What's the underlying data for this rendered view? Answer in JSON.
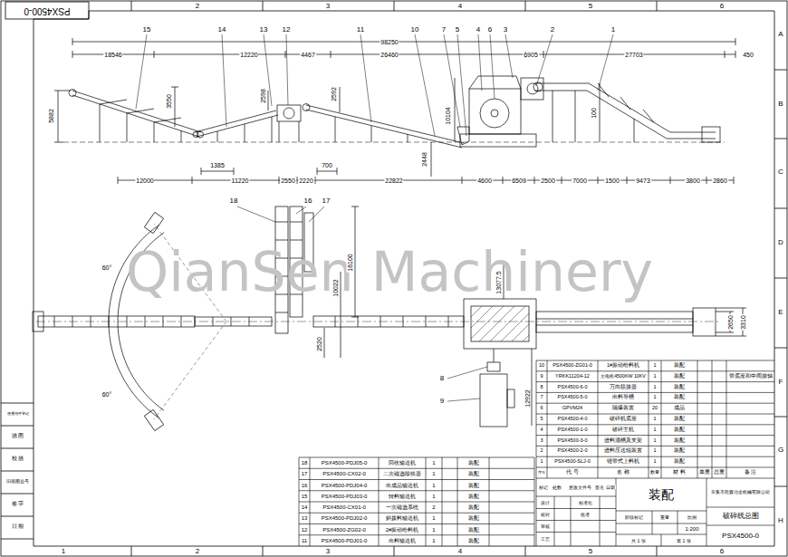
{
  "diagram": {
    "labels": [
      "PSX4500-0",
      "2",
      "3",
      "4",
      "5",
      "6",
      "1",
      "2",
      "3",
      "4",
      "5",
      "6",
      "A",
      "B",
      "C",
      "D",
      "E",
      "F",
      "G",
      "H",
      "15",
      "14",
      "13",
      "12",
      "11",
      "10",
      "7",
      "5",
      "4",
      "6",
      "3",
      "2",
      "1",
      "98250",
      "18546",
      "12220",
      "4467",
      "26460",
      "6905",
      "27703",
      "450",
      "3550",
      "5882",
      "2598",
      "2592",
      "10104",
      "100",
      "2448",
      "1385",
      "700",
      "12000",
      "11220",
      "2550",
      "2220",
      "22822",
      "4600",
      "6509",
      "2500",
      "7000",
      "1500",
      "9473",
      "3800",
      "2860",
      "18",
      "16",
      "17",
      "8",
      "9",
      "60°",
      "60°",
      "16100",
      "10022",
      "2520",
      "13077.5",
      "12922",
      "2650",
      "3310",
      "QianSen Machinery",
      "借通用件登记",
      "描 图",
      "校 描",
      "旧底图总号",
      "签 字",
      "日 期",
      "18",
      "PSX4500-PDJ05-0",
      "回收输送机",
      "1",
      "装配",
      "17",
      "PSX4500-CX02-0",
      "二次磁选除铁器",
      "1",
      "装配",
      "16",
      "PSX4500-PDJ04-0",
      "出成品输送机",
      "1",
      "装配",
      "15",
      "PSX4500-PDJ03-0",
      "转料输送机",
      "1",
      "装配",
      "14",
      "PSX4500-CX01-0",
      "一次磁选系统",
      "2",
      "装配",
      "13",
      "PSX4500-PDJ02-0",
      "斜拨料输送机",
      "1",
      "装配",
      "12",
      "PSX4500-ZG02-0",
      "2#振动给料机",
      "1",
      "装配",
      "11",
      "PSX4500-PDJ01-0",
      "出料输送机",
      "1",
      "装配",
      "10",
      "PSX4500-ZG01-0",
      "1#振动给料机",
      "1",
      "装配",
      "9",
      "YRKK11204-12",
      "主电机4500KW 10KV",
      "1",
      "装配",
      "带底座和中间接轴",
      "8",
      "PSX4500-6-0",
      "万向联接器",
      "1",
      "装配",
      "7",
      "PSX4500-5-0",
      "出料导槽",
      "1",
      "装配",
      "6",
      "GPVM24",
      "隔爆装置",
      "20",
      "成品",
      "5",
      "PSX4500-4-0",
      "破碎机底座",
      "1",
      "装配",
      "4",
      "PSX4500-1-0",
      "破碎主机",
      "1",
      "装配",
      "3",
      "PSX4500-3-0",
      "进料溜槽及支架",
      "1",
      "装配",
      "2",
      "PSX4500-2-0",
      "进料压送辊装置",
      "1",
      "装配",
      "1",
      "PSX4500-SLJ-0",
      "链带式上料机",
      "1",
      "装配",
      "序号",
      "代 号",
      "名 称",
      "数量",
      "材 料",
      "单重",
      "总重",
      "备 注",
      "标记",
      "处数",
      "更改文件号",
      "签名",
      "日期",
      "设计",
      "校对",
      "审核",
      "工艺",
      "标准化",
      "批准",
      "装配",
      "阶段标记",
      "重量",
      "比例",
      "1:200",
      "共 1 张",
      "第 1 张",
      "辛集市乾森冶金机械有限公司",
      "破碎线总图",
      "PSX4500-0"
    ]
  }
}
